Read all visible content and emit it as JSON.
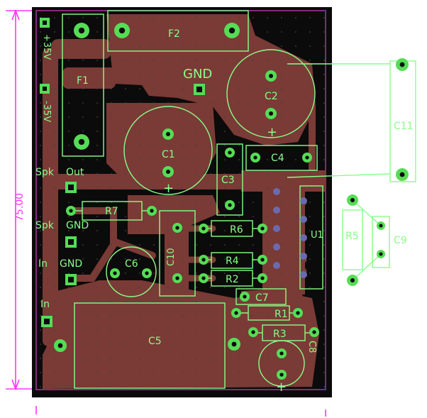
{
  "board": {
    "dimension_label": "75.00",
    "colors": {
      "board": "#0b0b0b",
      "copper": "#7a3a36",
      "silkscreen": "#88ff88",
      "pads": "#55dd55",
      "outline": "#aa33aa",
      "dimension": "#ff33ff"
    }
  },
  "labels": {
    "f1": "F1",
    "f2": "F2",
    "gnd_top": "GND",
    "c1": "C1",
    "c2": "C2",
    "c3": "C3",
    "c4": "C4",
    "c5": "C5",
    "c6": "C6",
    "c7": "C7",
    "c8": "C8",
    "c9": "C9",
    "c10": "C10",
    "c11": "C11",
    "r1": "R1",
    "r2": "R2",
    "r3": "R3",
    "r4": "R4",
    "r5": "R5",
    "r6": "R6",
    "r7": "R7",
    "u1": "U1",
    "plus35v": "+35V",
    "minus35v": "-35V",
    "spk_out_1": "Spk",
    "spk_out_2": "Out",
    "spk_gnd_1": "Spk",
    "spk_gnd_2": "GND",
    "in_gnd_1": "In",
    "in_gnd_2": "GND",
    "in": "In",
    "plus_c1": "+",
    "plus_c2": "+",
    "plus_c8": "+"
  }
}
